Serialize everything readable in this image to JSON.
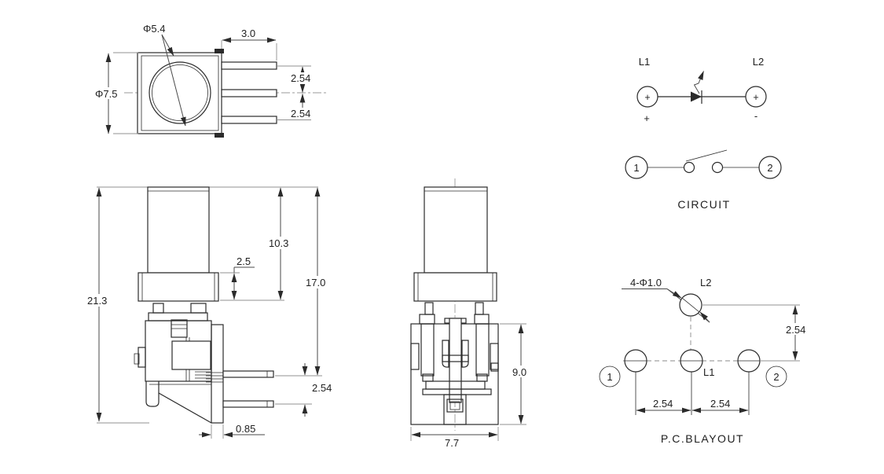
{
  "colors": {
    "line": "#2b2b2b",
    "dimension": "#4a4a4a",
    "extension": "#909090",
    "background": "#ffffff"
  },
  "top_view": {
    "knob_diameter": "Φ5.4",
    "body_height": "Φ7.5",
    "pin_length": "3.0",
    "pin_pitch_a": "2.54",
    "pin_pitch_b": "2.54"
  },
  "side_view": {
    "overall_height": "21.3",
    "cap_height": "10.3",
    "flange_thickness": "2.5",
    "height_to_pin": "17.0",
    "pin_pitch": "2.54",
    "bracket_thickness": "0.85"
  },
  "front_view": {
    "body_height": "9.0",
    "body_width": "7.7"
  },
  "circuit": {
    "lamp1": "L1",
    "lamp2": "L2",
    "lamp1_sign": "+",
    "lamp2_sign": "+",
    "polarity_plus": "+",
    "polarity_minus": "-",
    "terminal1": "1",
    "terminal2": "2",
    "title": "CIRCUIT"
  },
  "pcb_layout": {
    "hole_note": "4-Φ1.0",
    "lamp2": "L2",
    "lamp1": "L1",
    "terminal1": "1",
    "terminal2": "2",
    "vertical_pitch": "2.54",
    "horizontal_pitch_left": "2.54",
    "horizontal_pitch_right": "2.54",
    "title": "P.C.BLAYOUT"
  }
}
